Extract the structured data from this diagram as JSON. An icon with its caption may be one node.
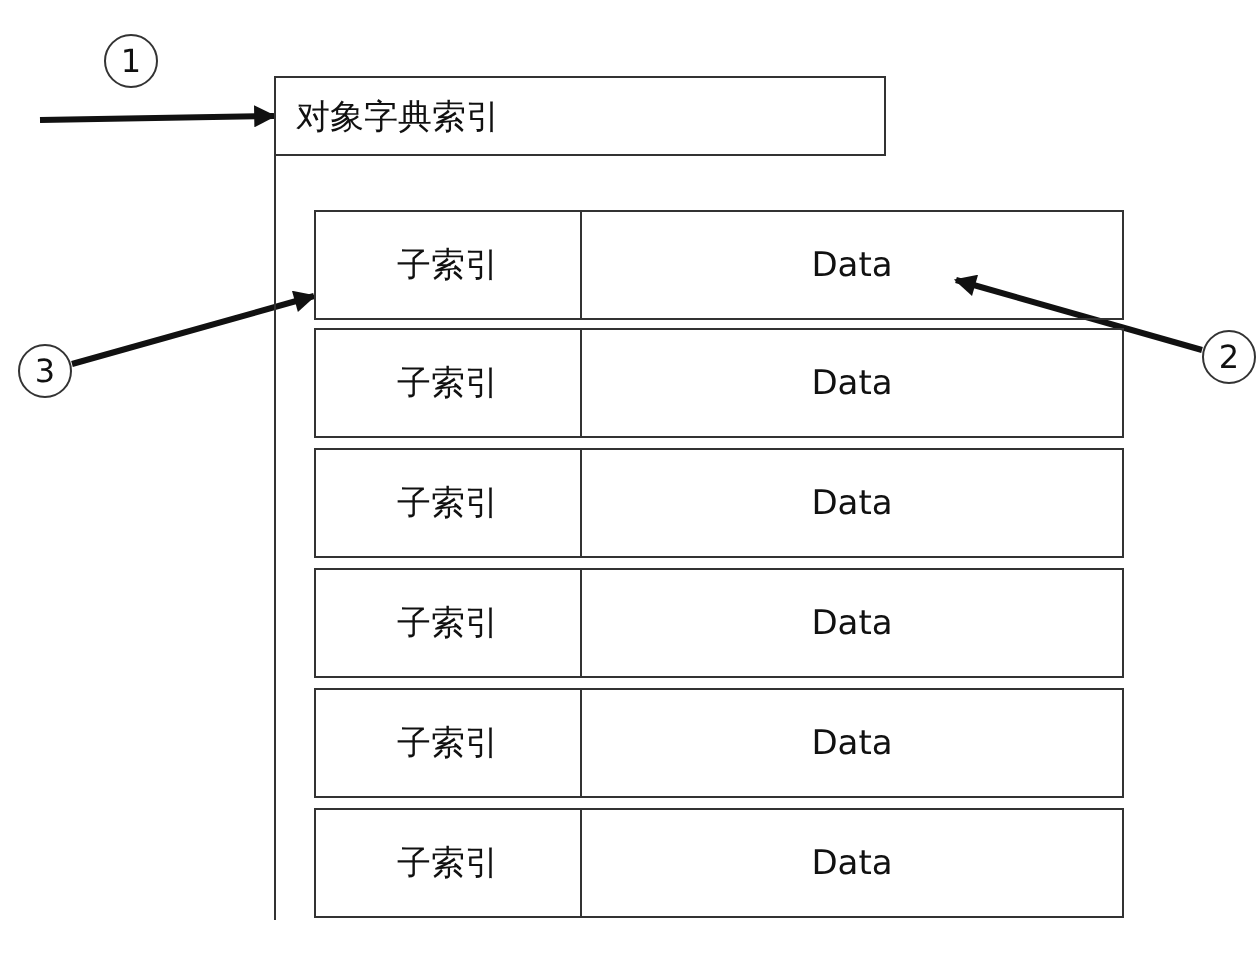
{
  "diagram": {
    "nodes": [
      {
        "text": [
          "对象字典索引"
        ]
      },
      {
        "text": [
          "子索引"
        ],
        "in": 0
      },
      {
        "text": [
          "Data"
        ],
        "in": 0
      },
      {
        "text": [
          "子索引"
        ],
        "in": 0
      },
      {
        "text": [
          "Data"
        ],
        "in": 0
      },
      {
        "text": [
          "子索引"
        ],
        "in": 0
      },
      {
        "text": [
          "Data"
        ],
        "in": 0
      },
      {
        "text": [
          "子索引"
        ],
        "in": 0
      },
      {
        "text": [
          "Data"
        ],
        "in": 0
      },
      {
        "text": [
          "子索引"
        ],
        "in": 0
      },
      {
        "text": [
          "Data"
        ],
        "in": 0
      },
      {
        "text": [
          "子索引"
        ],
        "in": 0
      },
      {
        "text": [
          "Data"
        ],
        "in": 0
      },
      {
        "text": [
          "2"
        ]
      },
      {
        "text": [
          "3"
        ]
      },
      {
        "text": [
          "1"
        ]
      }
    ],
    "edges": [
      {
        "from": null,
        "to": 0,
        "arrow": "to"
      },
      {
        "from": 13,
        "to": 2,
        "arrow": "to"
      },
      {
        "from": 14,
        "to": 1,
        "arrow": "to"
      }
    ]
  }
}
